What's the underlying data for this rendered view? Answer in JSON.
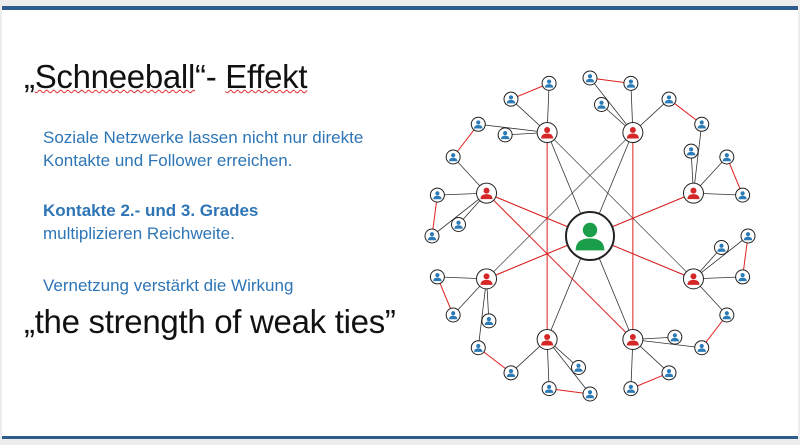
{
  "slide": {
    "title_prefix": "„",
    "title_word": "Schneeball",
    "title_mid": "“- ",
    "title_word2": "Effekt",
    "paragraph1": "Soziale Netzwerke lassen nicht nur direkte Kontakte und Follower erreichen.",
    "paragraph2_bold": "Kontakte 2.- und 3. Grades",
    "paragraph2_rest": "multiplizieren Reichweite.",
    "paragraph3": "Vernetzung verstärkt die Wirkung",
    "quote": "„the strength of weak ties”"
  },
  "colors": {
    "accent_bar": "#2e5d8c",
    "text_blue": "#2e75b6",
    "center_node": "#1a9e4a",
    "hub_node": "#d62728",
    "leaf_node": "#2c7bb6",
    "weak_tie_edge": "#e02020"
  },
  "network": {
    "center_icon": "user-green-icon",
    "hub_icon": "user-red-icon",
    "leaf_icon": "user-blue-icon"
  }
}
